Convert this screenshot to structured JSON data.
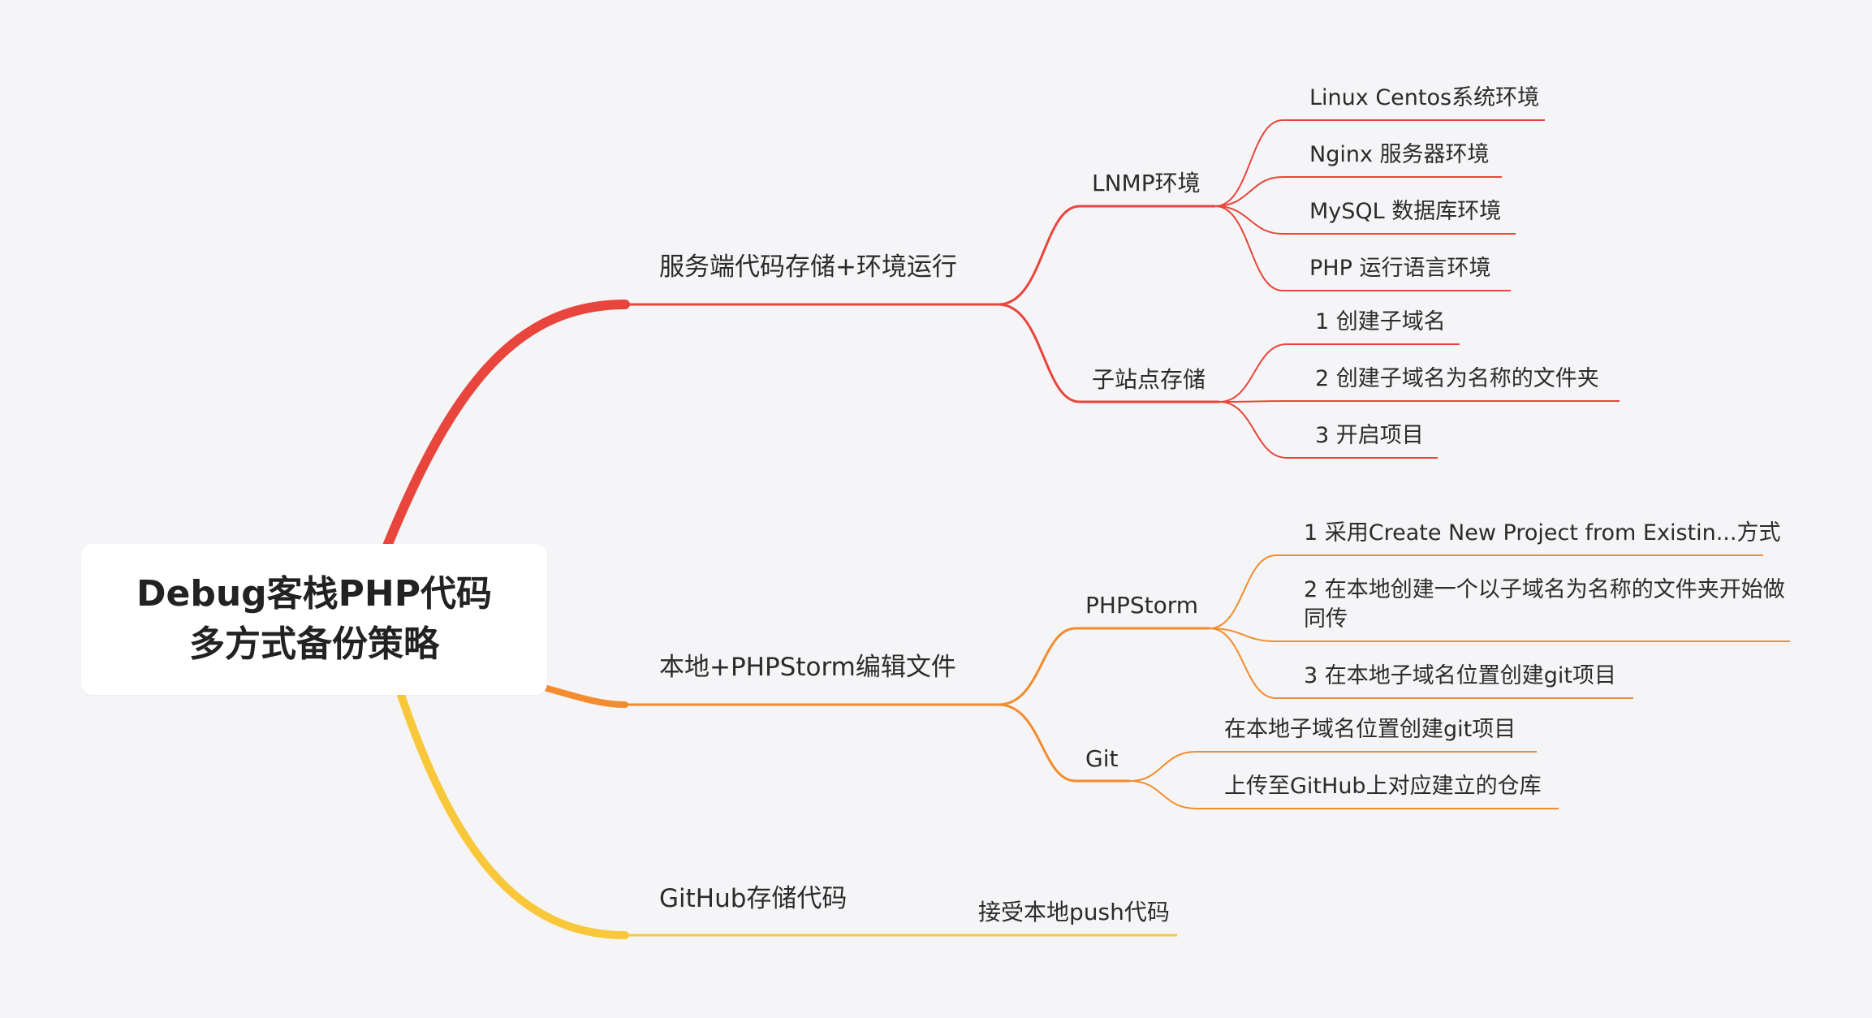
{
  "central": {
    "line1": "Debug客栈PHP代码",
    "line2": "多方式备份策略"
  },
  "branches": [
    {
      "label": "服务端代码存储+环境运行",
      "color": "#e8453c",
      "children": [
        {
          "label": "LNMP环境",
          "children": [
            "Linux Centos系统环境",
            "Nginx 服务器环境",
            "MySQL 数据库环境",
            "PHP 运行语言环境"
          ]
        },
        {
          "label": "子站点存储",
          "children": [
            "1 创建子域名",
            "2 创建子域名为名称的文件夹",
            "3 开启项目"
          ]
        }
      ]
    },
    {
      "label": "本地+PHPStorm编辑文件",
      "color": "#f28c2e",
      "children": [
        {
          "label": "PHPStorm",
          "children": [
            "1 采用Create New Project from Existin...方式",
            "2 在本地创建一个以子域名为名称的文件夹开始做同传",
            "3 在本地子域名位置创建git项目"
          ]
        },
        {
          "label": "Git",
          "children": [
            "在本地子域名位置创建git项目",
            "上传至GitHub上对应建立的仓库"
          ]
        }
      ]
    },
    {
      "label": "GitHub存储代码",
      "color": "#f8c83a",
      "children": [
        {
          "label": "接受本地push代码",
          "children": []
        }
      ]
    }
  ]
}
